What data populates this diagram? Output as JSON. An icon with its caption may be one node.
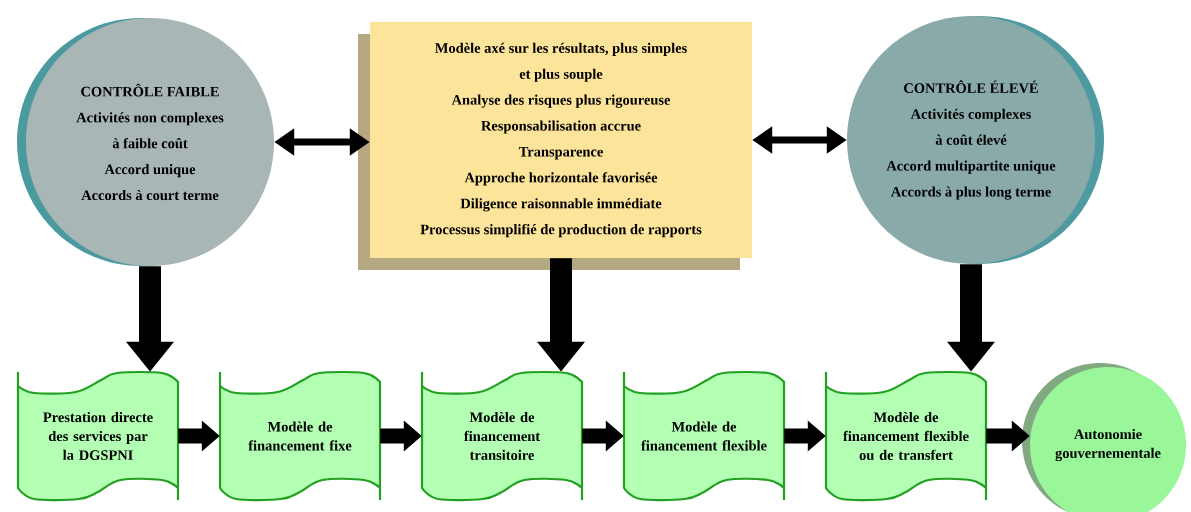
{
  "diagram": {
    "nodes": [
      {
        "text": [
          "CONTRÔLE FAIBLE",
          "Activités non complexes",
          "à faible coût",
          "Accord unique",
          "Accords à court terme"
        ]
      },
      {
        "text": [
          "Modèle axé sur les résultats, plus simples",
          "et plus souple",
          "Analyse des risques plus rigoureuse",
          "Responsabilisation accrue",
          "Transparence",
          "Approche horizontale favorisée",
          "Diligence raisonnable immédiate",
          "Processus simplifié de production de rapports"
        ]
      },
      {
        "text": [
          "CONTRÔLE ÉLEVÉ",
          "Activités complexes",
          "à coût élevé",
          "Accord multipartite unique",
          "Accords à plus long terme"
        ]
      },
      {
        "text": [
          "Prestation directe des services par la DGSPNI"
        ]
      },
      {
        "text": [
          "Modèle de financement fixe"
        ]
      },
      {
        "text": [
          "Modèle de financement transitoire"
        ]
      },
      {
        "text": [
          "Modèle de financement flexible"
        ]
      },
      {
        "text": [
          "Modèle de financement flexible ou de transfert"
        ]
      },
      {
        "text": [
          "Autonomie gouvernementale"
        ]
      }
    ],
    "edges": [
      {
        "from": 0,
        "to": 1,
        "arrow": "both"
      },
      {
        "from": 1,
        "to": 2,
        "arrow": "both"
      },
      {
        "from": 0,
        "to": 3,
        "arrow": "to"
      },
      {
        "from": 1,
        "to": 5,
        "arrow": "to"
      },
      {
        "from": 2,
        "to": 7,
        "arrow": "to"
      },
      {
        "from": 3,
        "to": 4,
        "arrow": "to"
      },
      {
        "from": 4,
        "to": 5,
        "arrow": "to"
      },
      {
        "from": 5,
        "to": 6,
        "arrow": "to"
      },
      {
        "from": 6,
        "to": 7,
        "arrow": "to"
      },
      {
        "from": 7,
        "to": 8,
        "arrow": "to"
      }
    ]
  }
}
